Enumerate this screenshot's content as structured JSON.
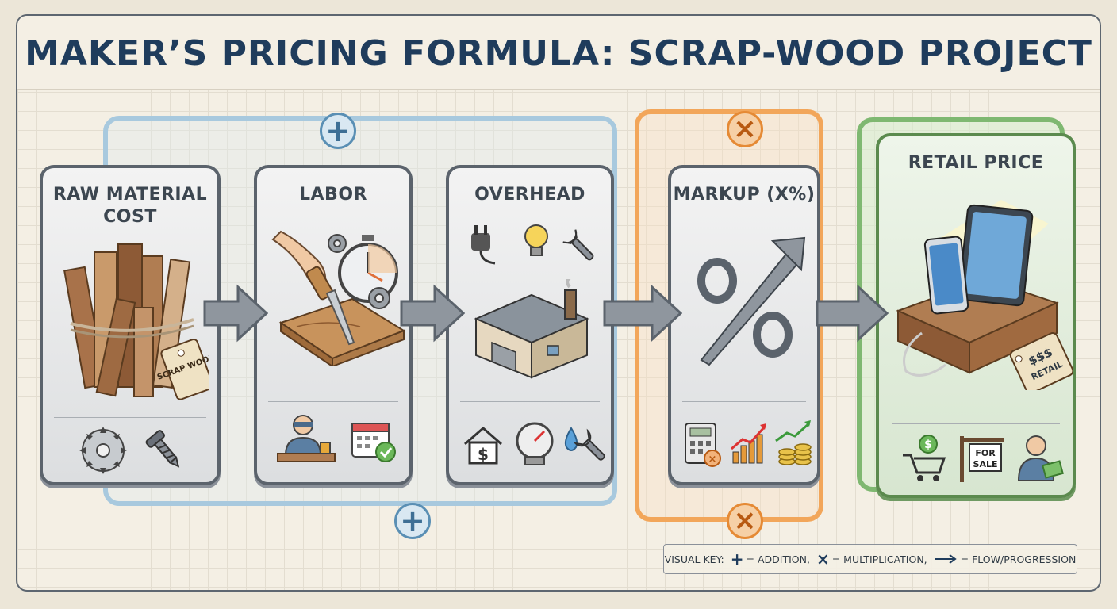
{
  "title": "MAKER’S PRICING FORMULA: SCRAP-WOOD PROJECT",
  "cards": [
    {
      "id": "raw",
      "label_line1": "RAW MATERIAL",
      "label_line2": "COST",
      "tag_text": "SCRAP WOOD"
    },
    {
      "id": "labor",
      "label": "LABOR"
    },
    {
      "id": "overhead",
      "label": "OVERHEAD"
    },
    {
      "id": "markup",
      "label": "MARKUP (X%)"
    },
    {
      "id": "retail",
      "label": "RETAIL PRICE",
      "tag_line1": "$$$",
      "tag_line2": "RETAIL",
      "sign_line1": "FOR",
      "sign_line2": "SALE"
    }
  ],
  "operators": {
    "addition": "+",
    "multiplication": "×"
  },
  "visual_key": {
    "prefix": "VISUAL KEY:",
    "addition_label": "= ADDITION,",
    "multiplication_label": "= MULTIPLICATION,",
    "flow_label": "= FLOW/PROGRESSION"
  },
  "colors": {
    "addition_group": "#a8c9de",
    "multiplication_group": "#f2a65a",
    "retail_group": "#7fb871",
    "title": "#1f3c5c"
  },
  "icons": [
    "wood-bundle-icon",
    "saw-blade-icon",
    "screw-icon",
    "chisel-hand-icon",
    "stopwatch-icon",
    "gear-icon",
    "worker-icon",
    "calendar-check-icon",
    "plug-icon",
    "lightbulb-icon",
    "wrench-icon",
    "workshop-building-icon",
    "house-dollar-icon",
    "gauge-icon",
    "water-drop-icon",
    "percent-arrow-icon",
    "calculator-icon",
    "growth-chart-icon",
    "coins-icon",
    "phone-dock-icon",
    "cart-icon",
    "for-sale-sign-icon",
    "customer-icon"
  ]
}
